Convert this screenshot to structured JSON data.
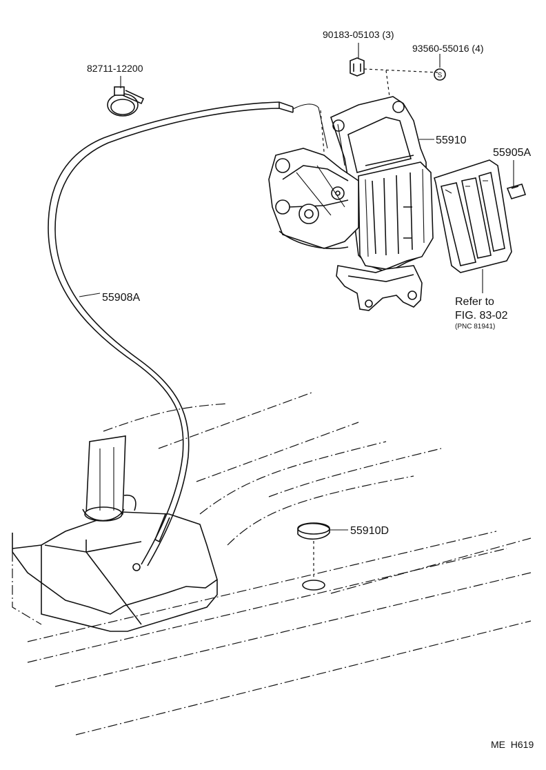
{
  "callouts": {
    "clip": "90183-05103 (3)",
    "screw": "93560-55016 (4)",
    "clamp": "82711-12200",
    "control_assembly": "55910",
    "knob": "55905A",
    "cable": "55908A",
    "plug": "55910D",
    "refer_line1": "Refer to",
    "refer_line2": "FIG. 83-02",
    "refer_line3": "(PNC 81941)"
  },
  "footer": {
    "code": "ME  H619"
  },
  "symbols": {
    "screw_mark": "S"
  }
}
